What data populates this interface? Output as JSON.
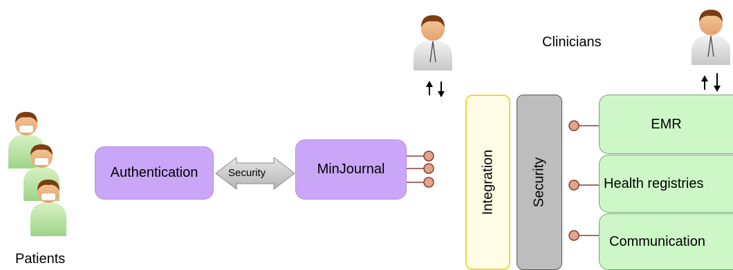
{
  "labels": {
    "patients": "Patients",
    "clinicians": "Clinicians",
    "authentication": "Authentication",
    "security_arrow": "Security",
    "minjournal": "MinJournal",
    "integration": "Integration",
    "security_bar": "Security",
    "emr": "EMR",
    "health_registries": "Health registries",
    "communication": "Communication"
  },
  "colors": {
    "purple": "#c9a6f7",
    "green": "#cdf7c7",
    "integration_border": "#e8d84a",
    "security_gray": "#bdbdbd",
    "connector": "#8b3a2e"
  }
}
